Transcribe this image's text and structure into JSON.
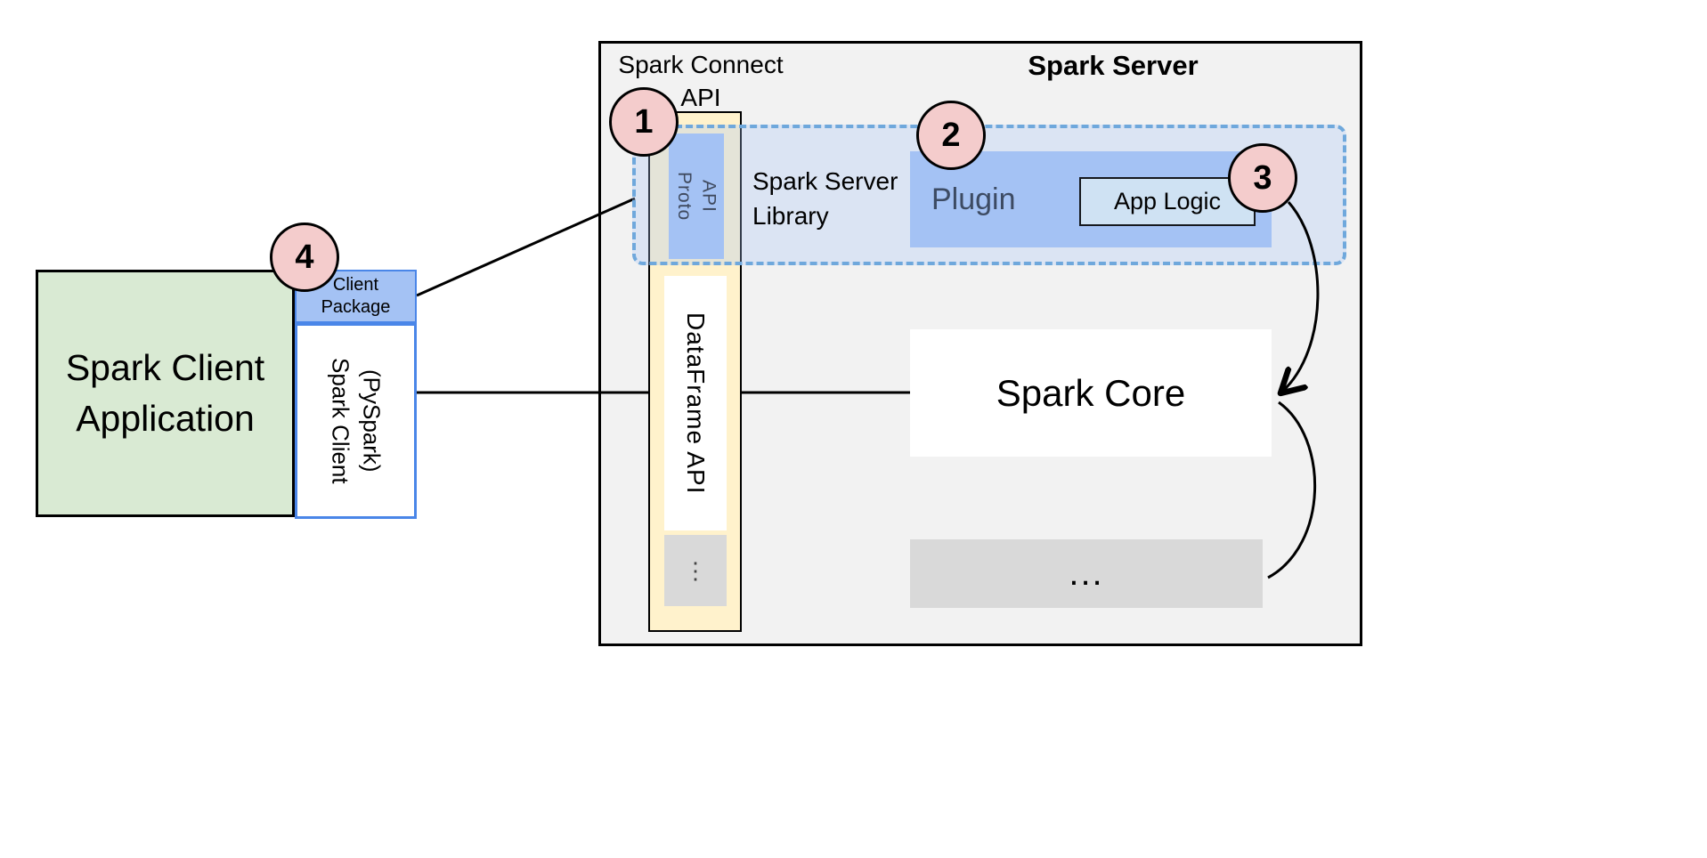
{
  "palette": {
    "client_app_fill": "#d9ead3",
    "accent_blue_fill": "#a4c2f4",
    "light_blue_fill": "#cfe2f3",
    "column_fill": "#fff2cc",
    "gray_fill": "#d9d9d9",
    "badge_fill": "#f4cccc",
    "dashed_border": "#6fa8dc",
    "server_fill": "#f2f2f2"
  },
  "server": {
    "title": "Spark Server",
    "connect_api_label": "Spark Connect\nAPI",
    "proto_api_label": "Proto\nAPI",
    "dataframe_api_label": "DataFrame API",
    "column_ellipsis": "⋮",
    "library_label": "Spark Server\nLibrary",
    "plugin_label": "Plugin",
    "app_logic_label": "App Logic",
    "core_label": "Spark Core",
    "ellipsis_label": "..."
  },
  "client": {
    "application_label": "Spark Client\nApplication",
    "package_label": "Client\nPackage",
    "pyspark_label": "Spark Client\n(PySpark)"
  },
  "badges": {
    "one": "1",
    "two": "2",
    "three": "3",
    "four": "4"
  }
}
